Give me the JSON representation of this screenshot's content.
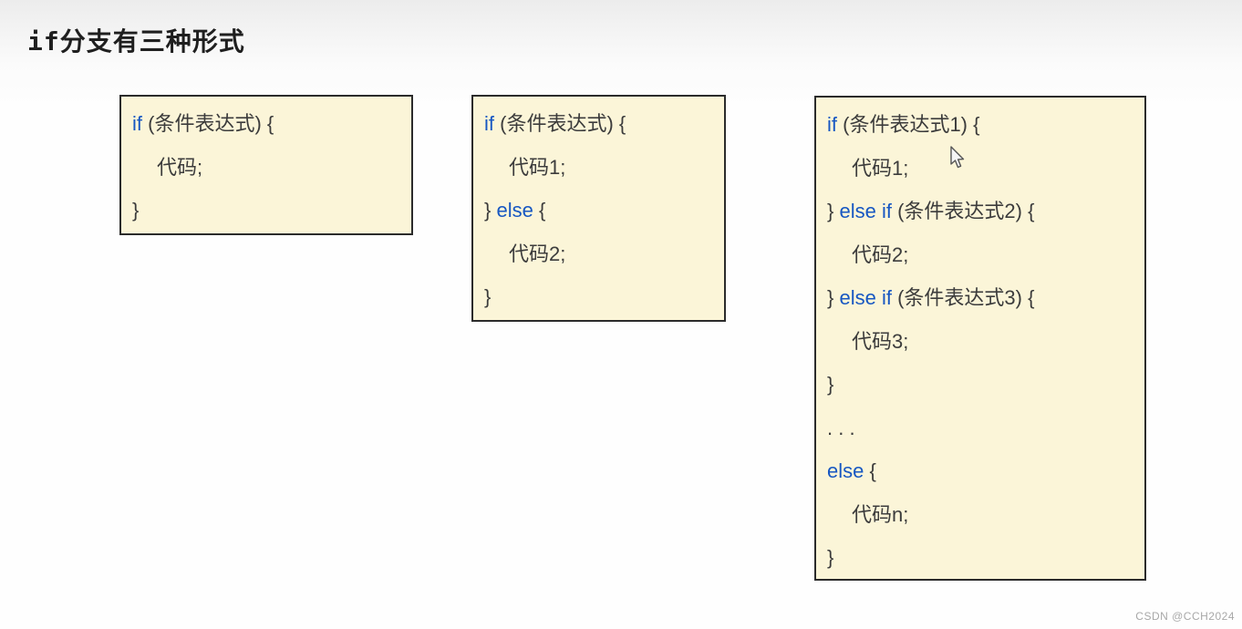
{
  "title": "if分支有三种形式",
  "watermark": "CSDN @CCH2024",
  "colors": {
    "box_background": "#FBF5D8",
    "box_border": "#2B2B2B",
    "keyword_blue": "#1757C2",
    "code_text": "#3C3C3C",
    "title_text": "#1F1F1F",
    "watermark_gray": "#A8A8A8"
  },
  "boxes": [
    {
      "name": "if-only",
      "lines": [
        {
          "indent": 0,
          "segs": [
            "if",
            " (条件表达式) {"
          ]
        },
        {
          "indent": 1,
          "segs": [
            "代码;"
          ]
        },
        {
          "indent": 0,
          "segs": [
            "}"
          ]
        }
      ]
    },
    {
      "name": "if-else",
      "lines": [
        {
          "indent": 0,
          "segs": [
            "if",
            " (条件表达式) {"
          ]
        },
        {
          "indent": 1,
          "segs": [
            "代码1;"
          ]
        },
        {
          "indent": 0,
          "segs": [
            "} ",
            "else",
            " {"
          ]
        },
        {
          "indent": 1,
          "segs": [
            "代码2;"
          ]
        },
        {
          "indent": 0,
          "segs": [
            "}"
          ]
        }
      ]
    },
    {
      "name": "if-else-if-else",
      "lines": [
        {
          "indent": 0,
          "segs": [
            "if",
            " (条件表达式1) {"
          ]
        },
        {
          "indent": 1,
          "segs": [
            "代码1;"
          ]
        },
        {
          "indent": 0,
          "segs": [
            "} ",
            "else if",
            " (条件表达式2) {"
          ]
        },
        {
          "indent": 1,
          "segs": [
            "代码2;"
          ]
        },
        {
          "indent": 0,
          "segs": [
            "} ",
            "else if",
            " (条件表达式3) {"
          ]
        },
        {
          "indent": 1,
          "segs": [
            "代码3;"
          ]
        },
        {
          "indent": 0,
          "segs": [
            "}"
          ]
        },
        {
          "indent": 0,
          "segs": [
            ". . ."
          ]
        },
        {
          "indent": 0,
          "segs": [
            "else",
            " {"
          ]
        },
        {
          "indent": 1,
          "segs": [
            "代码n;"
          ]
        },
        {
          "indent": 0,
          "segs": [
            "}"
          ]
        }
      ]
    }
  ]
}
